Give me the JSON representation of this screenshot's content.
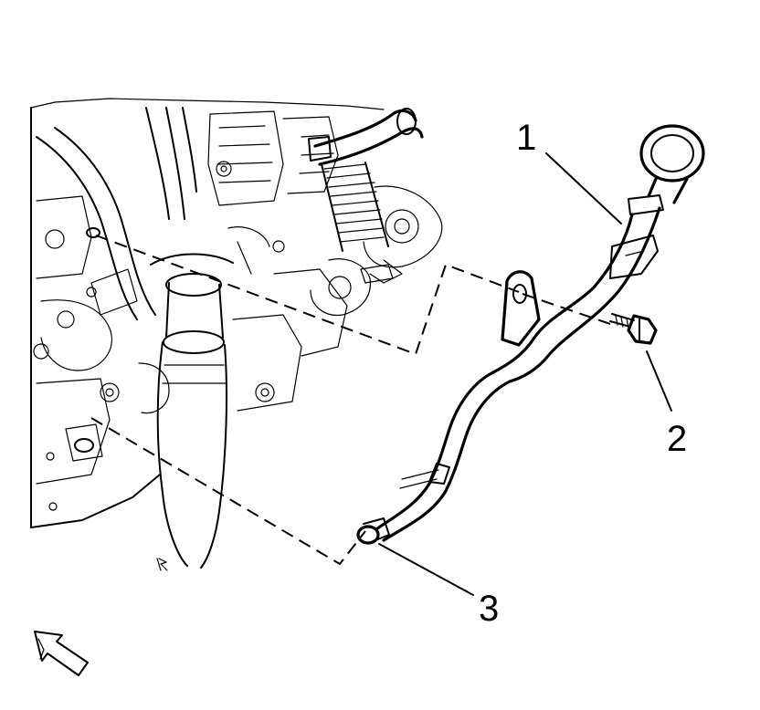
{
  "callouts": [
    {
      "id": "1",
      "label": "1"
    },
    {
      "id": "2",
      "label": "2"
    },
    {
      "id": "3",
      "label": "3"
    }
  ],
  "icons": {
    "direction_arrow": "front-direction-arrow-icon"
  }
}
